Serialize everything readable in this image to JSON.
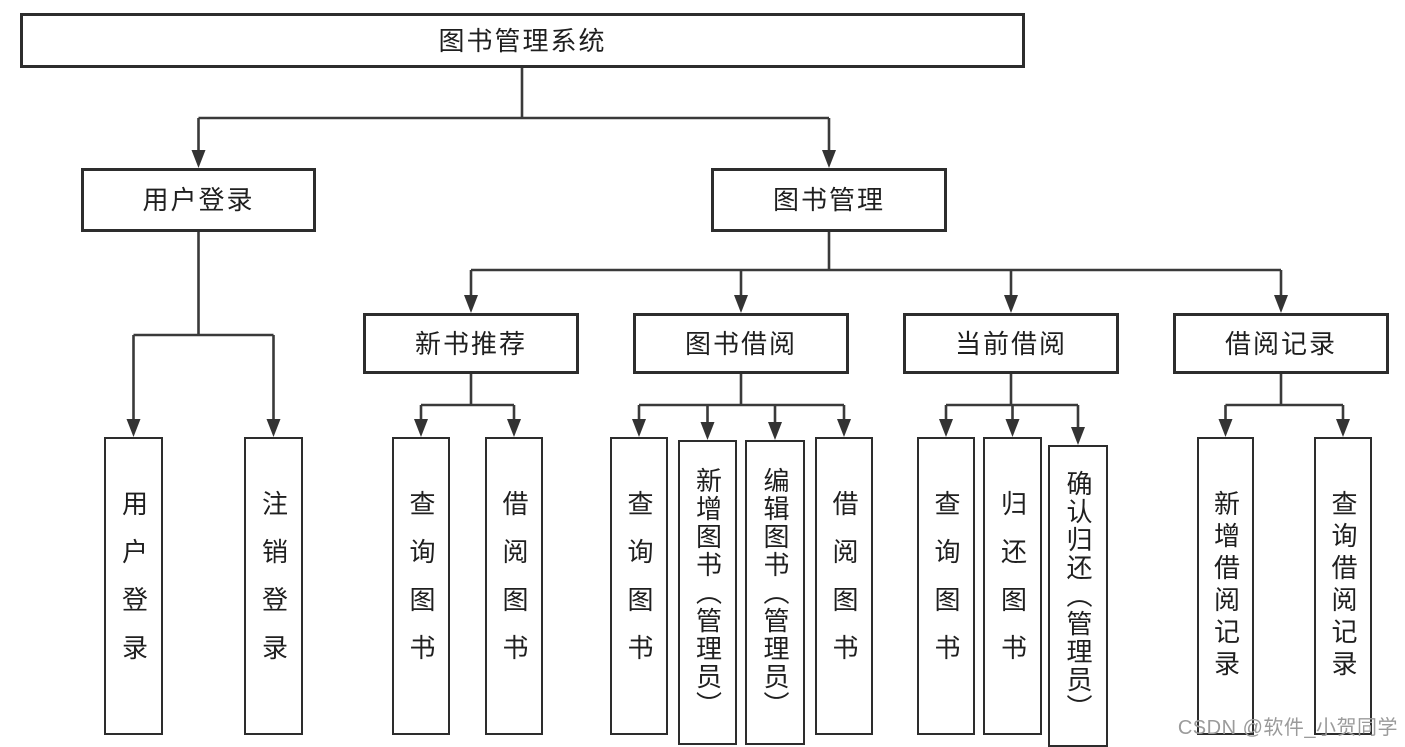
{
  "diagram": {
    "root": "图书管理系统",
    "user_branch": {
      "label": "用户登录",
      "children": [
        "用户登录",
        "注销登录"
      ]
    },
    "mgmt_branch": {
      "label": "图书管理",
      "groups": [
        {
          "label": "新书推荐",
          "children": [
            "查询图书",
            "借阅图书"
          ]
        },
        {
          "label": "图书借阅",
          "children": [
            "查询图书",
            "新增图书（管理员）",
            "编辑图书（管理员）",
            "借阅图书"
          ]
        },
        {
          "label": "当前借阅",
          "children": [
            "查询图书",
            "归还图书",
            "确认归还（管理员）"
          ]
        },
        {
          "label": "借阅记录",
          "children": [
            "新增借阅记录",
            "查询借阅记录"
          ]
        }
      ]
    },
    "watermark": "CSDN @软件_小贺同学"
  },
  "colors": {
    "line": "#3a3a3a",
    "box_border": "#2d2d2d",
    "text": "#1f1f1f",
    "watermark": "#9b9b9b",
    "background": "#ffffff"
  }
}
